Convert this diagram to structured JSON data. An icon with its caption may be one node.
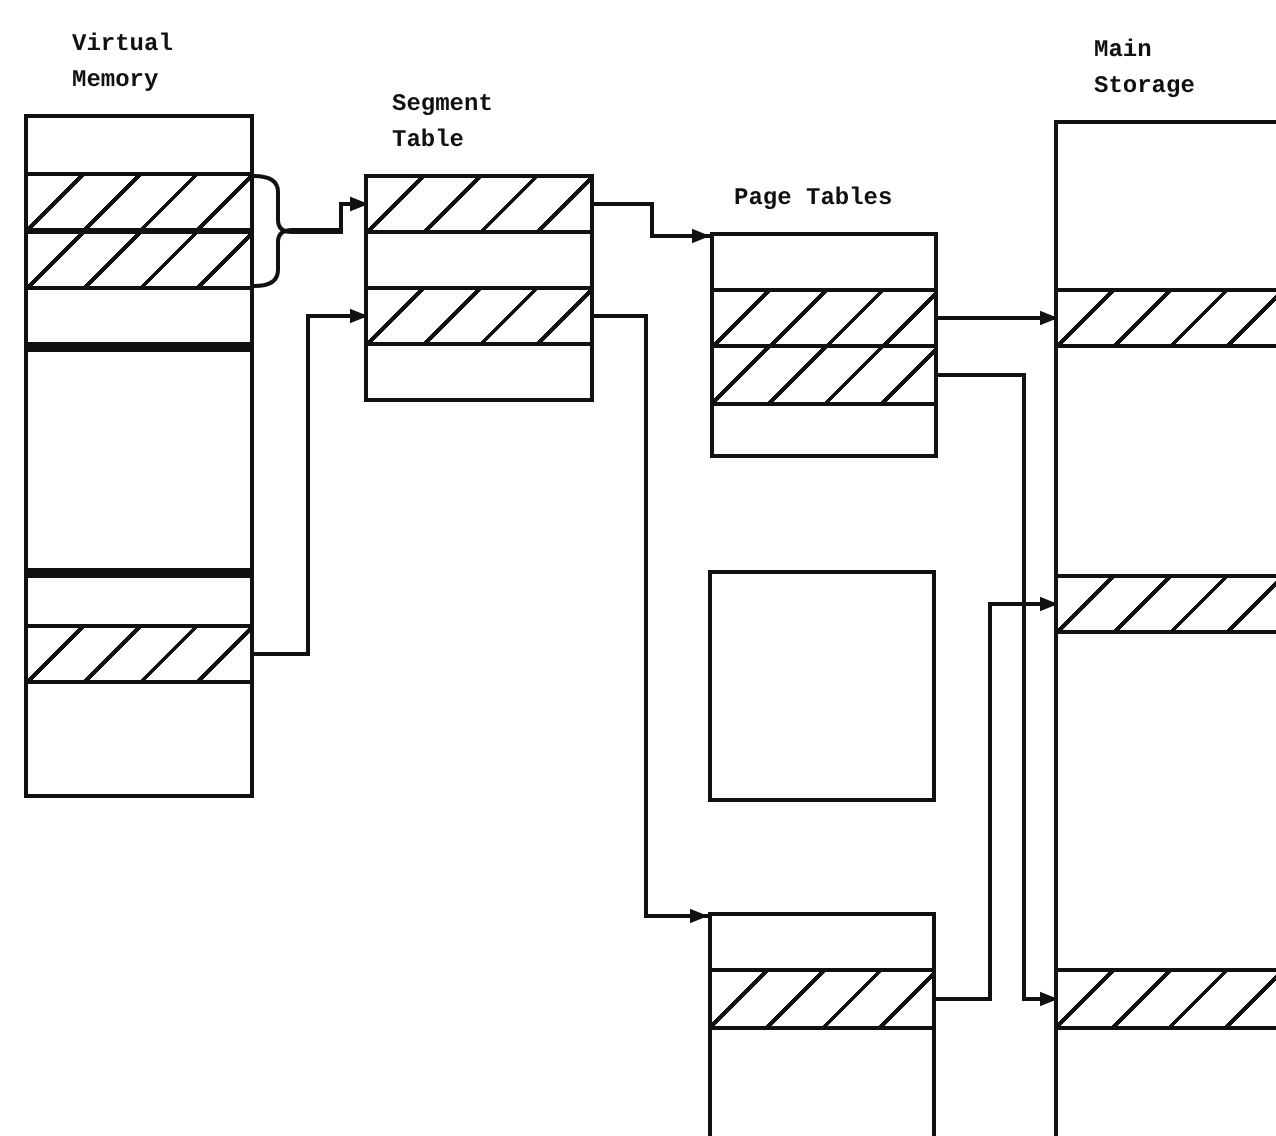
{
  "diagram": {
    "nodes": [
      {
        "text": [
          "Virtual Memory"
        ]
      },
      {
        "text": [],
        "shape": "bar",
        "in": 0
      },
      {
        "text": [],
        "shape": "bar",
        "in": 0
      },
      {
        "text": [],
        "shape": "bar",
        "in": 0
      },
      {
        "text": [
          "Segment Table"
        ]
      },
      {
        "text": [],
        "shape": "bar",
        "in": 4
      },
      {
        "text": [],
        "shape": "bar",
        "in": 4
      },
      {
        "text": [
          "Page Tables"
        ]
      },
      {
        "text": [],
        "shape": "bar",
        "in": 7
      },
      {
        "text": [],
        "shape": "bar",
        "in": 7
      },
      {
        "text": [],
        "shape": "box"
      },
      {
        "text": [],
        "shape": "box"
      },
      {
        "text": [],
        "shape": "bar",
        "in": 11
      },
      {
        "text": [
          "Main Storage"
        ]
      },
      {
        "text": [],
        "shape": "bar",
        "in": 13
      },
      {
        "text": [],
        "shape": "bar",
        "in": 13
      },
      {
        "text": [],
        "shape": "bar",
        "in": 13
      }
    ],
    "edges": [
      {
        "from": 1,
        "to": 5,
        "arrow": "to"
      },
      {
        "from": 2,
        "to": 5,
        "arrow": "to"
      },
      {
        "from": 3,
        "to": 6,
        "arrow": "to"
      },
      {
        "from": 5,
        "to": 7,
        "arrow": "to"
      },
      {
        "from": 6,
        "to": 11,
        "arrow": "to"
      },
      {
        "from": 8,
        "to": 14,
        "arrow": "to"
      },
      {
        "from": 9,
        "to": 16,
        "arrow": "to"
      },
      {
        "from": 12,
        "to": 15,
        "arrow": "to"
      }
    ]
  }
}
